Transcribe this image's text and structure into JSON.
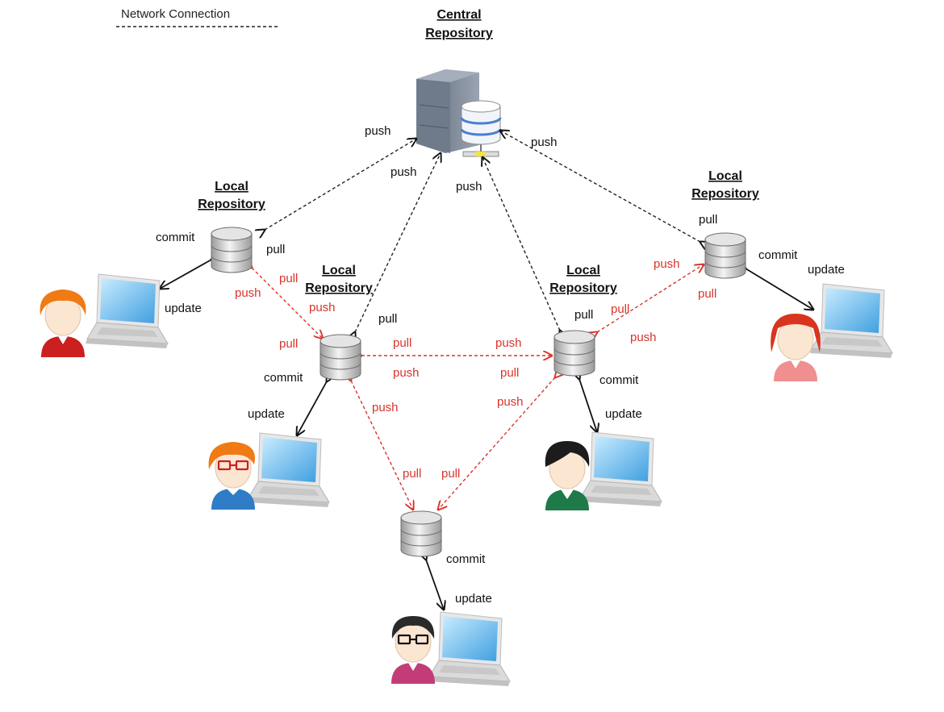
{
  "legend": {
    "label": "Network Connection"
  },
  "central": {
    "title_line1": "Central",
    "title_line2": "Repository"
  },
  "local_repo": {
    "title_line1": "Local",
    "title_line2": "Repository"
  },
  "labels": {
    "push": "push",
    "pull": "pull",
    "commit": "commit",
    "update": "update"
  },
  "colors": {
    "network": "#222222",
    "peer": "#d9342b",
    "local": "#111111",
    "screen": "#5ab4ea",
    "server": "#7a8596"
  },
  "users": [
    {
      "name": "user-top-left",
      "shirt": "#cc1f1f",
      "hair": "#f07a14"
    },
    {
      "name": "user-mid-left",
      "shirt": "#2f7cc7",
      "hair": "#f07a14"
    },
    {
      "name": "user-bottom",
      "shirt": "#c23c78",
      "hair": "#2a2a2a"
    },
    {
      "name": "user-mid-right",
      "shirt": "#1f7a4a",
      "hair": "#1c1c1c"
    },
    {
      "name": "user-top-right",
      "shirt": "#f08f8f",
      "hair": "#d9341f"
    }
  ]
}
